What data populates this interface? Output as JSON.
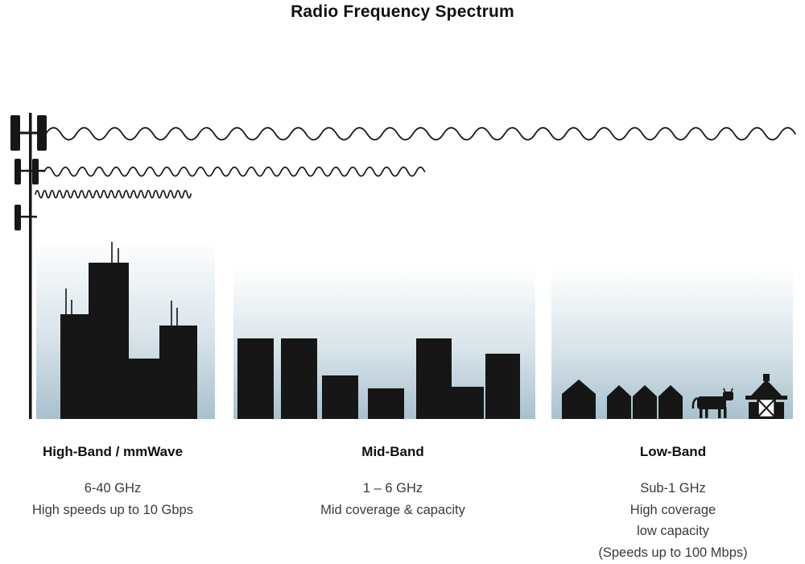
{
  "title": "Radio Frequency Spectrum",
  "bands": [
    {
      "id": "high",
      "label": "High-Band / mmWave",
      "freq": "6-40 GHz",
      "desc_lines": [
        "High speeds up to 10 Gbps"
      ]
    },
    {
      "id": "mid",
      "label": "Mid-Band",
      "freq": "1 – 6 GHz",
      "desc_lines": [
        "Mid coverage & capacity"
      ]
    },
    {
      "id": "low",
      "label": "Low-Band",
      "freq": "Sub-1 GHz",
      "desc_lines": [
        "High coverage",
        "low capacity",
        "(Speeds up to 100 Mbps)"
      ]
    }
  ],
  "graphics": {
    "tower": "cell-tower",
    "waves": [
      "long-wavelength-low-frequency",
      "medium-wavelength-mid-frequency",
      "short-wavelength-high-frequency"
    ],
    "scenes": [
      "high-band-city-towers",
      "mid-band-midrise-buildings",
      "low-band-rural-houses-cow-barn"
    ]
  },
  "colors": {
    "silhouette": "#161616",
    "text": "#3a3a3a",
    "gradient_bottom": "#a8c1ce",
    "background": "#ffffff"
  }
}
